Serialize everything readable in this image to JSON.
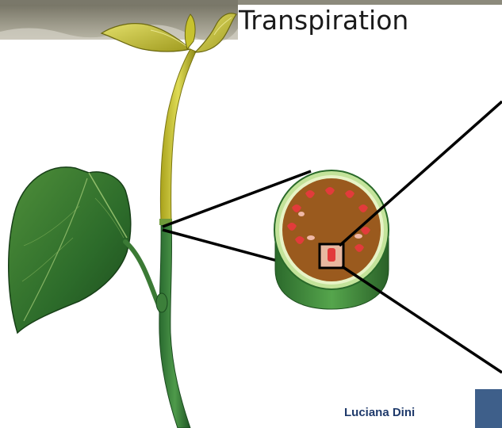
{
  "slide": {
    "title": "Transpiration",
    "author": "Luciana Dini"
  },
  "colors": {
    "accent": "#3e5f8a",
    "author_text": "#1f3a6b",
    "stem_green": "#2f7a3a",
    "stem_yellow": "#c9c233",
    "pith_brown": "#9a5a1e",
    "bundle_red": "#e23b3b"
  },
  "icons": {
    "plant": "seedling-illustration",
    "cross_section": "stem-cross-section"
  }
}
